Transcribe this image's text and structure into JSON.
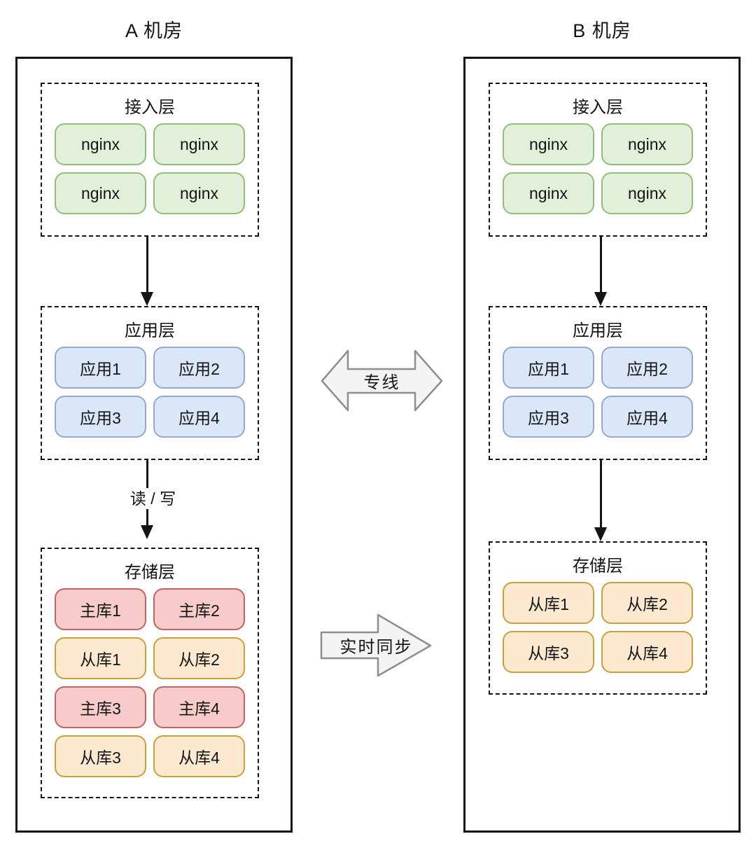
{
  "diagram": {
    "background": "#FFFFFF"
  },
  "colors": {
    "line": "#141414",
    "nginx_fill": "#E2F0DA",
    "nginx_border": "#93BD7A",
    "app_fill": "#D9E7F8",
    "app_border": "#93AACB",
    "master_fill": "#F6CBCA",
    "master_border": "#C26462",
    "slave_fill": "#FCE9D0",
    "slave_border": "#C9A13C",
    "fat_arrow_fill": "#F4F4F4",
    "fat_arrow_border": "#8E8E8E"
  },
  "labels": {
    "read_write": "读 / 写",
    "dedicated_line": "专线",
    "realtime_sync": "实时同步"
  },
  "datacenters": [
    {
      "title": "A 机房",
      "layers": [
        {
          "title": "接入层",
          "nodes": [
            {
              "label": "nginx",
              "type": "nginx"
            },
            {
              "label": "nginx",
              "type": "nginx"
            },
            {
              "label": "nginx",
              "type": "nginx"
            },
            {
              "label": "nginx",
              "type": "nginx"
            }
          ]
        },
        {
          "title": "应用层",
          "nodes": [
            {
              "label": "应用1",
              "type": "app"
            },
            {
              "label": "应用2",
              "type": "app"
            },
            {
              "label": "应用3",
              "type": "app"
            },
            {
              "label": "应用4",
              "type": "app"
            }
          ]
        },
        {
          "title": "存储层",
          "nodes": [
            {
              "label": "主库1",
              "type": "master"
            },
            {
              "label": "主库2",
              "type": "master"
            },
            {
              "label": "从库1",
              "type": "slave"
            },
            {
              "label": "从库2",
              "type": "slave"
            },
            {
              "label": "主库3",
              "type": "master"
            },
            {
              "label": "主库4",
              "type": "master"
            },
            {
              "label": "从库3",
              "type": "slave"
            },
            {
              "label": "从库4",
              "type": "slave"
            }
          ]
        }
      ]
    },
    {
      "title": "B 机房",
      "layers": [
        {
          "title": "接入层",
          "nodes": [
            {
              "label": "nginx",
              "type": "nginx"
            },
            {
              "label": "nginx",
              "type": "nginx"
            },
            {
              "label": "nginx",
              "type": "nginx"
            },
            {
              "label": "nginx",
              "type": "nginx"
            }
          ]
        },
        {
          "title": "应用层",
          "nodes": [
            {
              "label": "应用1",
              "type": "app"
            },
            {
              "label": "应用2",
              "type": "app"
            },
            {
              "label": "应用3",
              "type": "app"
            },
            {
              "label": "应用4",
              "type": "app"
            }
          ]
        },
        {
          "title": "存储层",
          "nodes": [
            {
              "label": "从库1",
              "type": "slave"
            },
            {
              "label": "从库2",
              "type": "slave"
            },
            {
              "label": "从库3",
              "type": "slave"
            },
            {
              "label": "从库4",
              "type": "slave"
            }
          ]
        }
      ]
    }
  ]
}
